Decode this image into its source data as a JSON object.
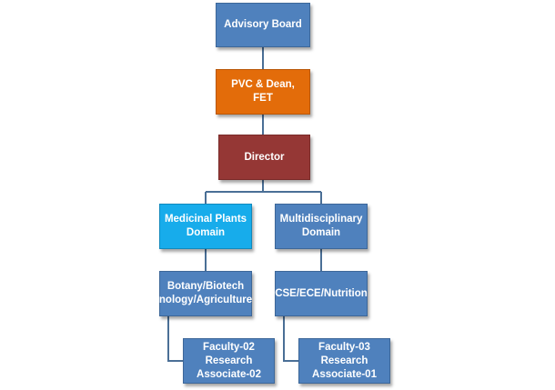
{
  "org_chart": {
    "advisory_board": "Advisory Board",
    "pvc_dean": "PVC & Dean, FET",
    "director": "Director",
    "medicinal_domain": "Medicinal Plants\nDomain",
    "multidisciplinary_domain": "Multidisciplinary\nDomain",
    "botany_unit": "Botany/Biotech\nnology/Agriculture",
    "cse_unit": "CSE/ECE/Nutrition",
    "left_staff": "Faculty-02\nResearch\nAssociate-02",
    "right_staff": "Faculty-03\nResearch\nAssociate-01"
  },
  "colors": {
    "blue": "#4f81bd",
    "orange": "#e36c0a",
    "dark_red": "#953735",
    "light_blue": "#17aceb",
    "connector": "#4a6f96"
  }
}
